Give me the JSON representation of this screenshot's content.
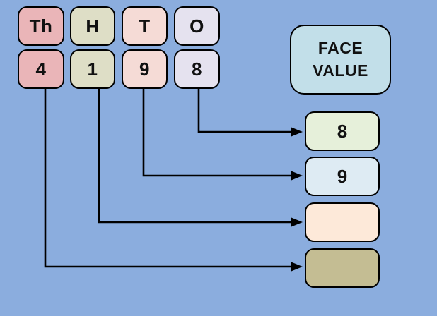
{
  "canvas": {
    "background_color": "#8badde",
    "line_color": "#000000"
  },
  "place_value_columns": [
    {
      "id": "thousands",
      "header": "Th",
      "digit": "4",
      "fill": "#eab5b8"
    },
    {
      "id": "hundreds",
      "header": "H",
      "digit": "1",
      "fill": "#dedec6"
    },
    {
      "id": "tens",
      "header": "T",
      "digit": "9",
      "fill": "#f5dbd6"
    },
    {
      "id": "ones",
      "header": "O",
      "digit": "8",
      "fill": "#e5e2ef"
    }
  ],
  "face_value_title": {
    "line1": "FACE",
    "line2": "VALUE",
    "fill": "#c2dfe9"
  },
  "face_value_answers": [
    {
      "maps_to": "ones",
      "value": "8",
      "fill": "#e6f0da"
    },
    {
      "maps_to": "tens",
      "value": "9",
      "fill": "#deebf3"
    },
    {
      "maps_to": "hundreds",
      "value": "",
      "fill": "#fde9d9"
    },
    {
      "maps_to": "thousands",
      "value": "",
      "fill": "#c4bd93"
    }
  ]
}
